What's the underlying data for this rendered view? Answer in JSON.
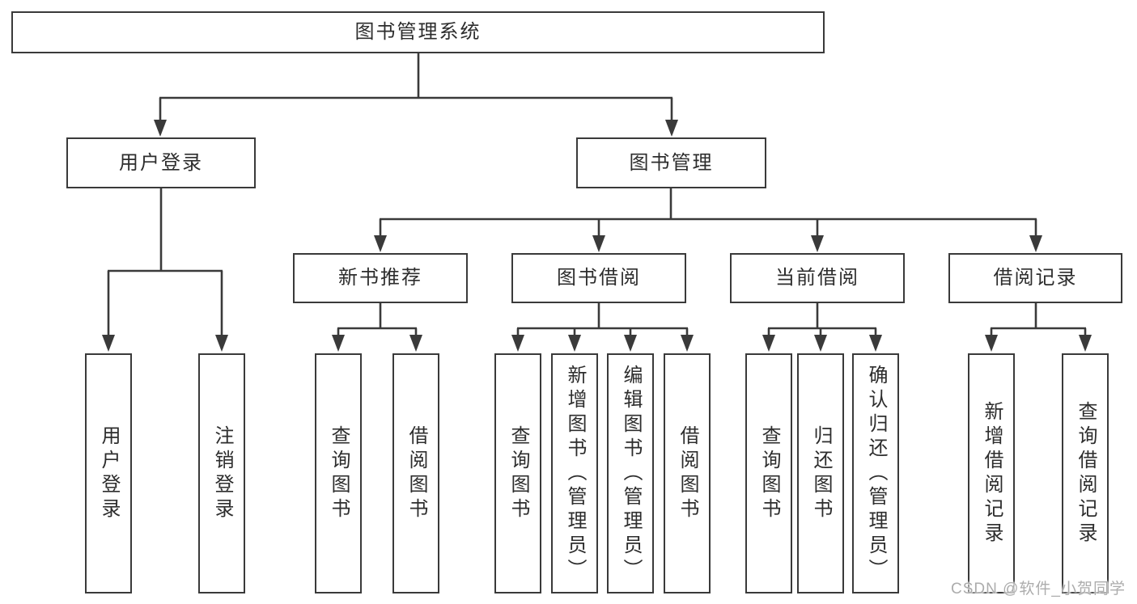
{
  "diagram_title": "图书管理系统",
  "watermark": "CSDN @软件_小贺同学",
  "colors": {
    "line_color": "#3a3a3a",
    "text_color": "#2d2d2d",
    "bg_color": "#ffffff",
    "watermark_color": "#acacac"
  },
  "tree": {
    "label": "图书管理系统",
    "children": [
      {
        "label": "用户登录",
        "children": [
          {
            "label": "用户登录"
          },
          {
            "label": "注销登录"
          }
        ]
      },
      {
        "label": "图书管理",
        "children": [
          {
            "label": "新书推荐",
            "children": [
              {
                "label": "查询图书"
              },
              {
                "label": "借阅图书"
              }
            ]
          },
          {
            "label": "图书借阅",
            "children": [
              {
                "label": "查询图书"
              },
              {
                "label": "新增图书（管理员）"
              },
              {
                "label": "编辑图书（管理员）"
              },
              {
                "label": "借阅图书"
              }
            ]
          },
          {
            "label": "当前借阅",
            "children": [
              {
                "label": "查询图书"
              },
              {
                "label": "归还图书"
              },
              {
                "label": "确认归还（管理员）"
              }
            ]
          },
          {
            "label": "借阅记录",
            "children": [
              {
                "label": "新增借阅记录"
              },
              {
                "label": "查询借阅记录"
              }
            ]
          }
        ]
      }
    ]
  }
}
